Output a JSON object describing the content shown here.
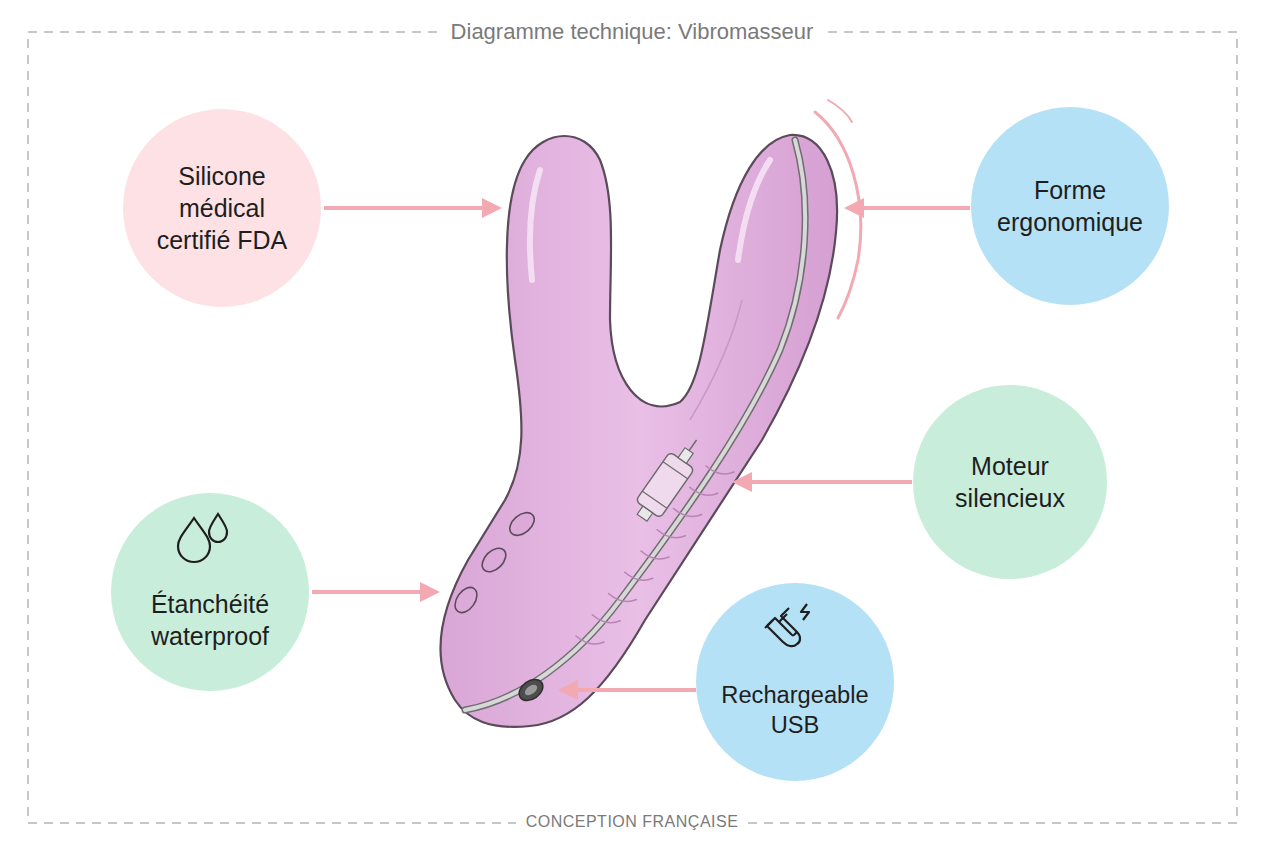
{
  "diagram": {
    "title": "Diagramme technique: Vibromasseur",
    "caption": "CONCEPTION FRANÇAISE",
    "nodes": [
      {
        "text": [
          "Silicone médical certifié FDA"
        ]
      },
      {
        "text": [
          "Forme ergonomique"
        ]
      },
      {
        "text": [
          "Moteur silencieux"
        ]
      },
      {
        "text": [
          "Étanchéité waterproof"
        ]
      },
      {
        "text": [
          "Rechargeable USB"
        ]
      }
    ]
  }
}
